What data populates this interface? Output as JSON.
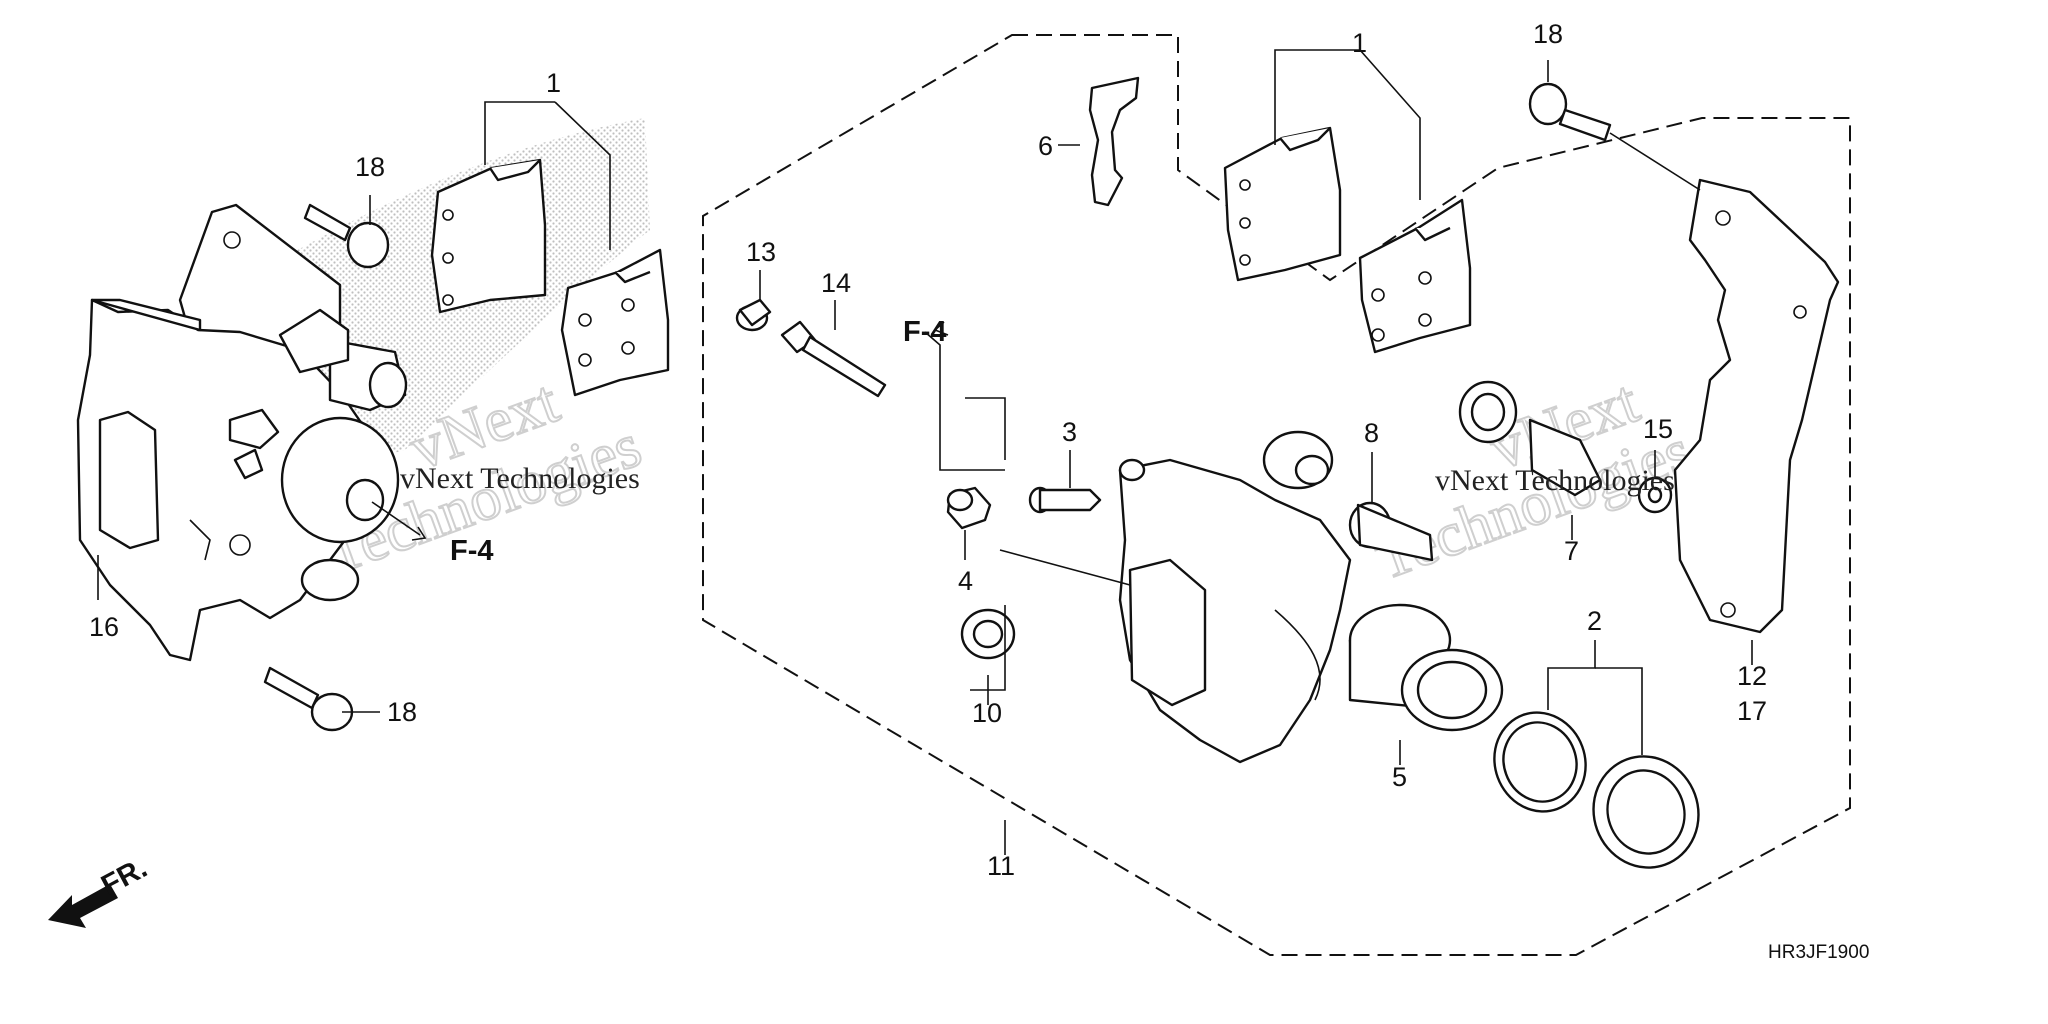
{
  "diagram": {
    "code": "HR3JF1900",
    "direction_label": "FR.",
    "ref_label": "F-4",
    "watermark": {
      "brand": "vNext Technologies",
      "word1": "vNext",
      "word2": "Technologies"
    },
    "callouts": {
      "c1_left": "1",
      "c18_top_left": "18",
      "c16": "16",
      "c18_bottom_left": "18",
      "c13": "13",
      "c14": "14",
      "c6": "6",
      "c1_right": "1",
      "c18_right": "18",
      "c3": "3",
      "c4": "4",
      "c10": "10",
      "c11": "11",
      "c8": "8",
      "c5": "5",
      "c2": "2",
      "c7": "7",
      "c15": "15",
      "c12": "12",
      "c17": "17"
    }
  },
  "colors": {
    "line": "#111111",
    "background": "#ffffff",
    "stipple": "#cfcfcf",
    "watermark_outline": "#cfcfcf"
  }
}
